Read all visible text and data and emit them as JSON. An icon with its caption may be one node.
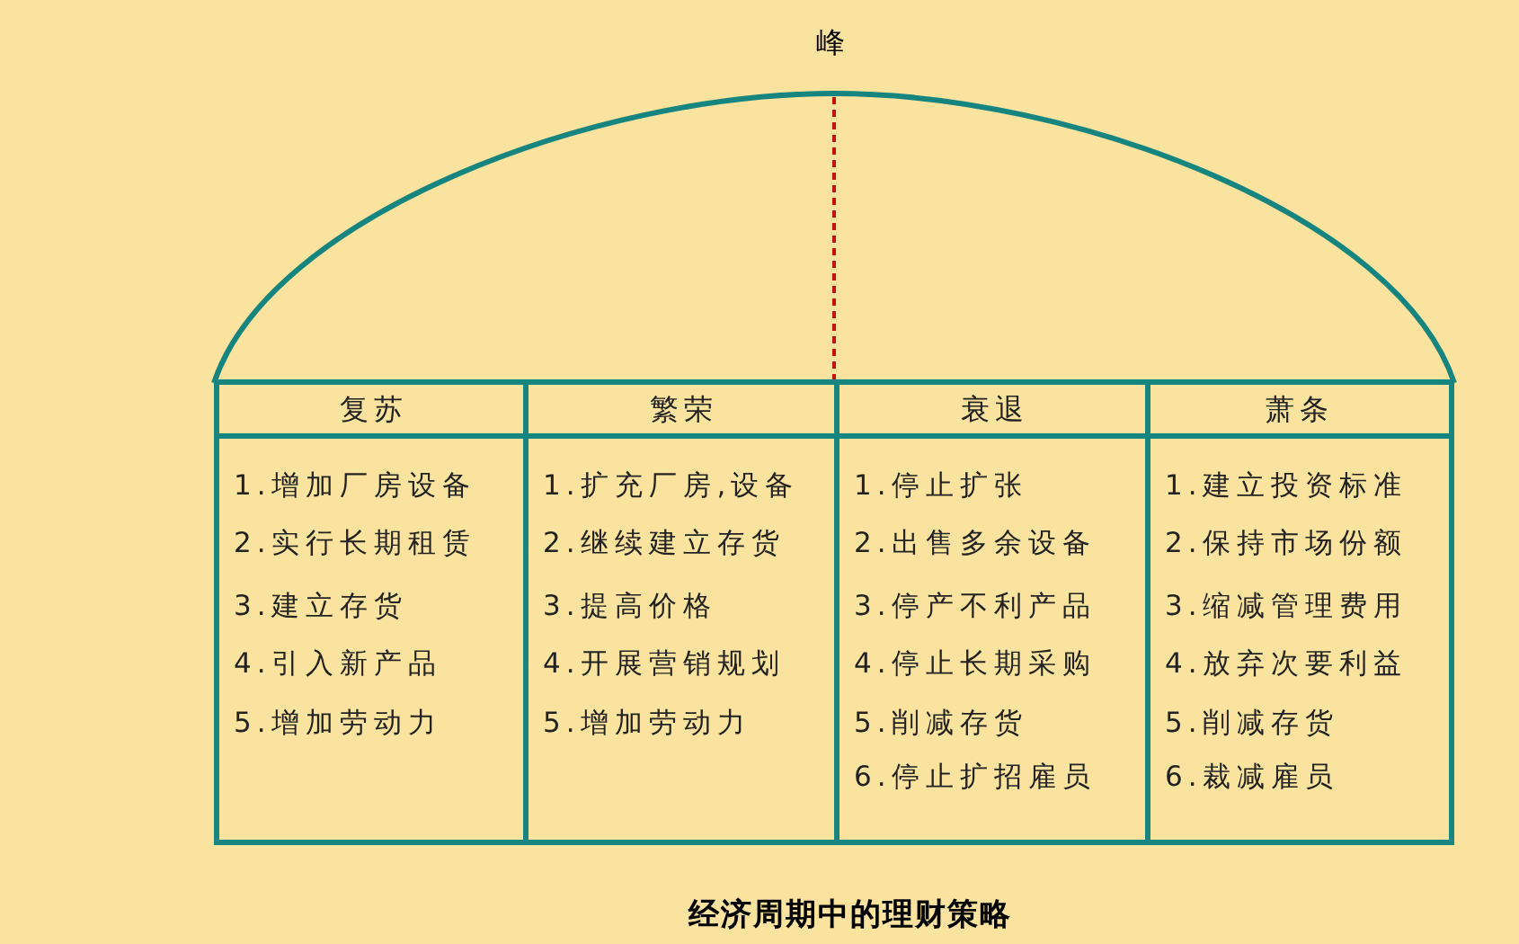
{
  "diagram": {
    "caption": "经济周期中的理财策略",
    "nodes": [
      {
        "text": [
          "复苏",
          "1.增加厂房设备",
          "2.实行长期租赁",
          "3.建立存货",
          "4.引入新产品",
          "5.增加劳动力"
        ]
      },
      {
        "text": [
          "繁荣",
          "1.扩充厂房,设备",
          "2.继续建立存货",
          "3.提高价格",
          "4.开展营销规划",
          "5.增加劳动力"
        ]
      },
      {
        "text": [
          "衰退",
          "1.停止扩张",
          "2.出售多余设备",
          "3.停产不利产品",
          "4.停止长期采购",
          "5.削减存货",
          "6.停止扩招雇员"
        ]
      },
      {
        "text": [
          "萧条",
          "1.建立投资标准",
          "2.保持市场份额",
          "3.缩减管理费用",
          "4.放弃次要利益",
          "5.削减存货",
          "6.裁减雇员"
        ]
      }
    ],
    "labels": [
      "峰"
    ]
  }
}
